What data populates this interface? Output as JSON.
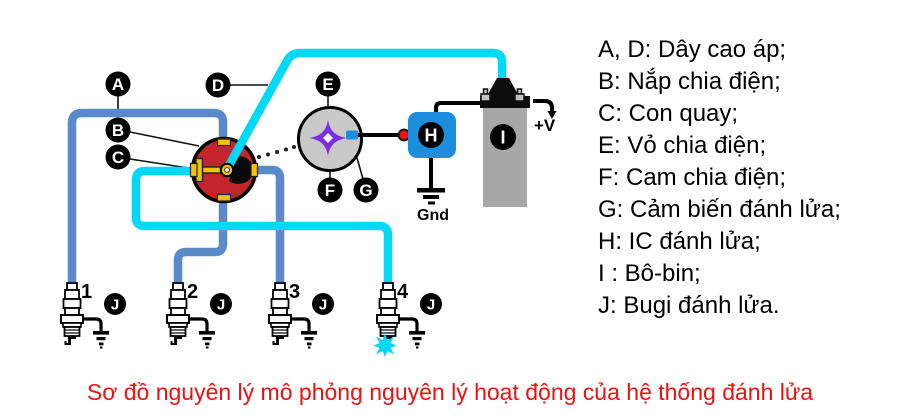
{
  "colors": {
    "wire_blue": "#5b8ac9",
    "wire_cyan": "#00d9f5",
    "distributor_red": "#c4252d",
    "contact_yellow": "#f2c00d",
    "cam_purple": "#7d2de2",
    "housing_gray": "#c9c9c9",
    "module_blue": "#1d8ede",
    "coil_gray": "#a7a7a7",
    "dot_red": "#e81313",
    "caption_red": "#ee1111"
  },
  "markers": {
    "A": "A",
    "B": "B",
    "C": "C",
    "D": "D",
    "E": "E",
    "F": "F",
    "G": "G",
    "H": "H",
    "I": "I",
    "J": "J"
  },
  "plugs": [
    {
      "number": "1",
      "firing": false
    },
    {
      "number": "2",
      "firing": false
    },
    {
      "number": "3",
      "firing": false
    },
    {
      "number": "4",
      "firing": true
    }
  ],
  "diagram": {
    "gnd_label": "Gnd",
    "vplus_label": "+V"
  },
  "legend": {
    "items": [
      "A, D: Dây cao áp;",
      "B: Nắp chia điện;",
      "C: Con quay;",
      "E: Vỏ chia điện;",
      "F: Cam chia điện;",
      "G: Cảm biến đánh lửa;",
      "H: IC đánh lửa;",
      "I : Bô-bin;",
      "J: Bugi đánh lửa."
    ]
  },
  "caption": {
    "text": "Sơ đồ nguyên lý mô phỏng nguyên lý hoạt động của hệ thống đánh lửa"
  }
}
